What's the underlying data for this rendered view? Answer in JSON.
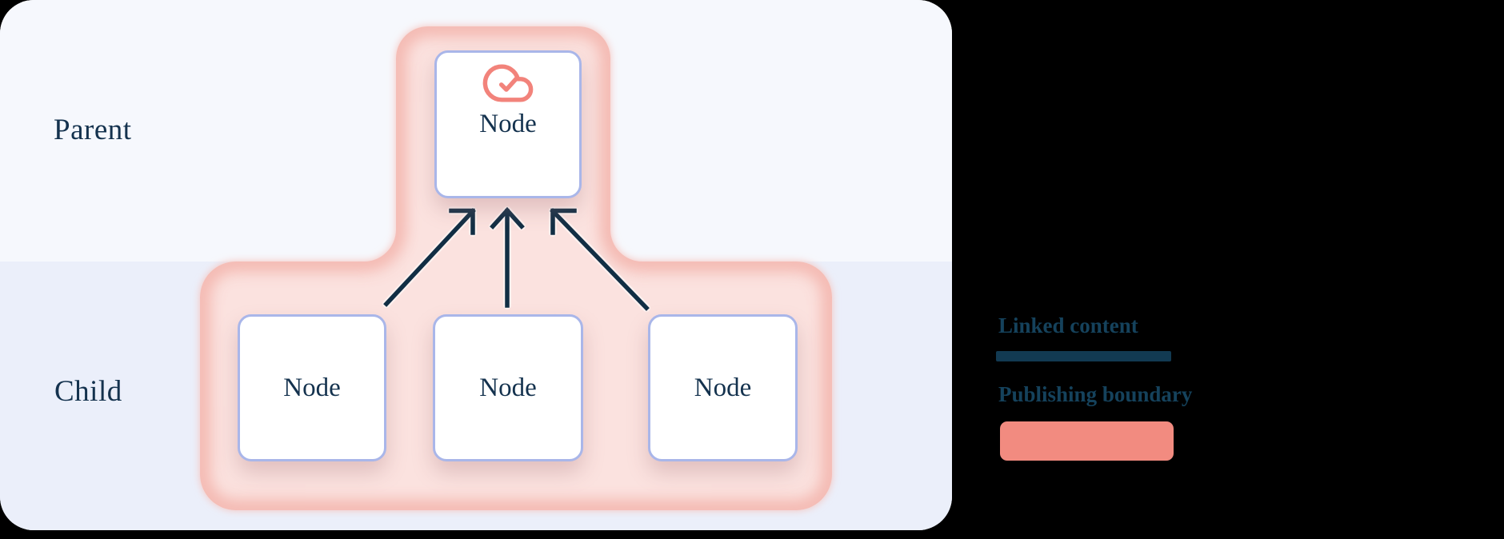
{
  "diagram": {
    "row_labels": [
      {
        "label": "Parent"
      },
      {
        "label": "Child"
      }
    ],
    "parent_node": {
      "label": "Node",
      "icon": "cloud-check-icon"
    },
    "child_nodes": [
      {
        "label": "Node"
      },
      {
        "label": "Node"
      },
      {
        "label": "Node"
      }
    ],
    "arrows": [
      {
        "from": "child-1",
        "to": "parent"
      },
      {
        "from": "child-2",
        "to": "parent"
      },
      {
        "from": "child-3",
        "to": "parent"
      }
    ]
  },
  "legend": {
    "items": [
      {
        "label": "Linked content",
        "swatch": "dark-line"
      },
      {
        "label": "Publishing boundary",
        "swatch": "salmon-rect"
      }
    ]
  },
  "colors": {
    "navy_text": "#14324e",
    "arrow": "#112e44",
    "salmon_icon": "#f2837b",
    "legend_text": "#15425c",
    "legend_line_swatch": "#123a52",
    "legend_salmon_swatch": "#f28b80",
    "node_border": "#a9b6e9",
    "parent_band": "#f6f8fd",
    "child_band": "#ebeffa",
    "publishing_boundary_fill": "#fbe2df",
    "publishing_boundary_glow": "#f3b4ac",
    "page_background": "#000000"
  }
}
